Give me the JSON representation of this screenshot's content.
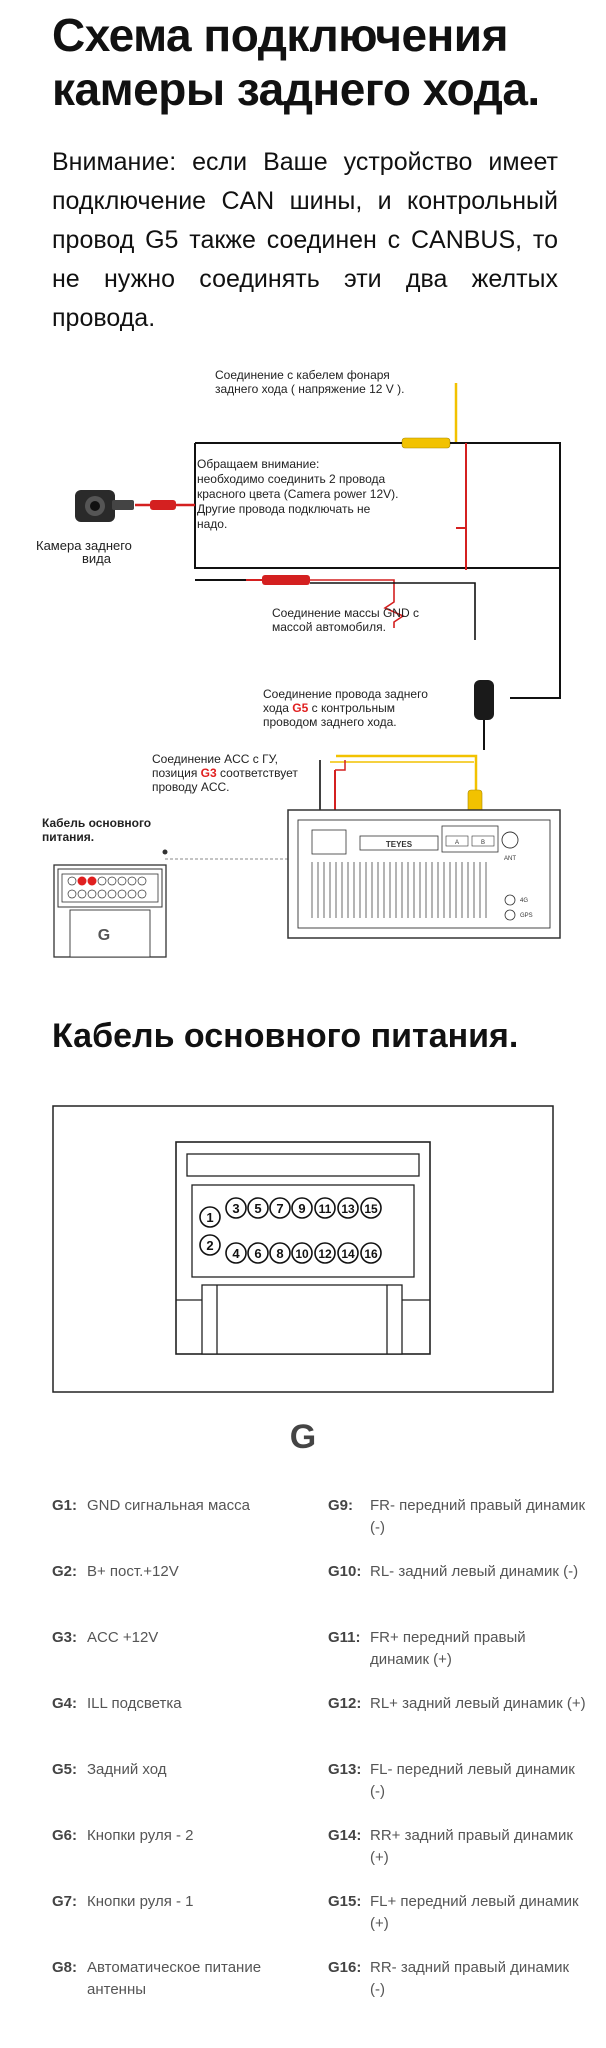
{
  "header": {
    "title": "Схема подключения камеры заднего хода.",
    "notice": "Внимание: если Ваше устройство имеет подключение CAN шины, и контрольный провод G5 также соединен с CANBUS, то не нужно соединять эти два желтых провода."
  },
  "diagram": {
    "lamp_note_1": "Соединение с кабелем фонаря",
    "lamp_note_2": "заднего хода ( напряжение 12 V ).",
    "red_note_1": "Обращаем внимание:",
    "red_note_2": "необходимо соединить 2 провода",
    "red_note_3": "красного цвета (Camera power 12V).",
    "red_note_4": "Другие провода подключать не",
    "red_note_5": "надо.",
    "camera_label_1": "Камера заднего",
    "camera_label_2": "вида",
    "gnd_note_1": "Соединение массы GND с",
    "gnd_note_2": "массой автомобиля.",
    "g5_note_1": "Соединение провода заднего",
    "g5_note_2a": "хода ",
    "g5_note_2b": "G5",
    "g5_note_2c": " с контрольным",
    "g5_note_3": "проводом заднего хода.",
    "acc_note_1": "Соединение ACC с ГУ,",
    "acc_note_2a": "позиция ",
    "acc_note_2b": "G3",
    "acc_note_2c": " соответствует",
    "acc_note_3": "проводу ACC.",
    "power_label_1": "Кабель основного",
    "power_label_2": "питания.",
    "small_connector_letter": "G",
    "unit_brand": "TEYES",
    "unit_ant": "ANT",
    "unit_4g": "4G",
    "unit_gps": "GPS",
    "unit_a": "A",
    "unit_b": "B"
  },
  "section2": {
    "title": "Кабель основного питания."
  },
  "connector": {
    "top_row": [
      "1",
      "3",
      "5",
      "7",
      "9",
      "11",
      "13",
      "15"
    ],
    "bottom_row": [
      "2",
      "4",
      "6",
      "8",
      "10",
      "12",
      "14",
      "16"
    ],
    "letter": "G"
  },
  "pins_left": [
    {
      "code": "G1:",
      "desc": "GND сигнальная масса"
    },
    {
      "code": "G2:",
      "desc": "B+ пост.+12V"
    },
    {
      "code": "G3:",
      "desc": "ACC +12V"
    },
    {
      "code": "G4:",
      "desc": "ILL подсветка"
    },
    {
      "code": "G5:",
      "desc": "Задний ход"
    },
    {
      "code": "G6:",
      "desc": "Кнопки руля - 2"
    },
    {
      "code": "G7:",
      "desc": "Кнопки руля - 1"
    },
    {
      "code": "G8:",
      "desc": "Автоматическое питание антенны"
    }
  ],
  "pins_right": [
    {
      "code": "G9:",
      "desc": "FR- передний правый динамик (-)"
    },
    {
      "code": "G10:",
      "desc": "RL- задний левый динамик (-)"
    },
    {
      "code": "G11:",
      "desc": "FR+ передний правый динамик (+)"
    },
    {
      "code": "G12:",
      "desc": "RL+ задний левый динамик (+)"
    },
    {
      "code": "G13:",
      "desc": "FL- передний левый динамик (-)"
    },
    {
      "code": "G14:",
      "desc": "RR+ задний правый динамик (+)"
    },
    {
      "code": "G15:",
      "desc": "FL+ передний левый динамик (+)"
    },
    {
      "code": "G16:",
      "desc": "RR- задний правый динамик (-)"
    }
  ],
  "colors": {
    "red_wire": "#d42020",
    "yellow_wire": "#f2c200",
    "dark": "#111111",
    "highlight": "#e02020"
  }
}
